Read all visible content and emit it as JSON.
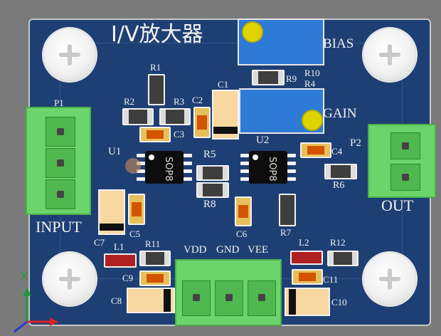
{
  "board": {
    "title": "I/V放大器",
    "labels": {
      "bias": "BIAS",
      "gain": "GAIN",
      "input": "INPUT",
      "out": "OUT",
      "vdd": "VDD",
      "gnd": "GND",
      "vee": "VEE"
    },
    "designators": {
      "p1": "P1",
      "p2": "P2",
      "u1": "U1",
      "u2": "U2",
      "r1": "R1",
      "r2": "R2",
      "r3": "R3",
      "r4": "R4",
      "r5": "R5",
      "r6": "R6",
      "r7": "R7",
      "r8": "R8",
      "r9": "R9",
      "r10": "R10",
      "r11": "R11",
      "r12": "R12",
      "c1": "C1",
      "c2": "C2",
      "c3": "C3",
      "c4": "C4",
      "c5": "C5",
      "c6": "C6",
      "c7": "C7",
      "c8": "C8",
      "c9": "C9",
      "c10": "C10",
      "c11": "C11",
      "l1": "L1",
      "l2": "L2"
    },
    "ic_marking": "SOP8",
    "colors": {
      "pcb": "#1e3f73",
      "silkscreen": "#f2f2f2",
      "potentiometer": "#2d7bd6",
      "terminal": "#6bd46b",
      "ic": "#0d0d0d"
    }
  }
}
